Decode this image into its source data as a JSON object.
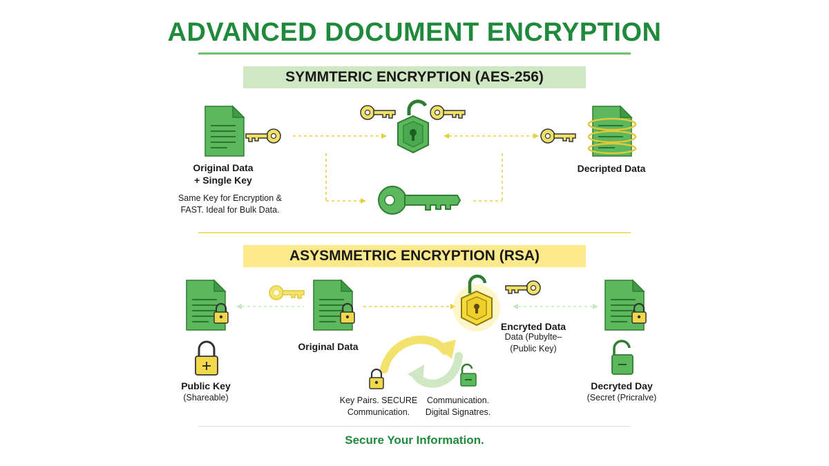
{
  "title": "ADVANCED DOCUMENT ENCRYPTION",
  "symmetric": {
    "banner": "SYMMTERIC ENCRYPTION (AES-256)",
    "original_label_line1": "Original Data",
    "original_label_line2": "+ Single Key",
    "note_line1": "Same Key for Encryption &",
    "note_line2": "FAST. Ideal for Bulk Data.",
    "decrypted_label": "Decripted Data"
  },
  "asymmetric": {
    "banner": "ASYSMMETRIC ENCRYPTION (RSA)",
    "public_key_label": "Public Key",
    "public_key_sub": "(Shareable)",
    "original_label": "Original Data",
    "encrypted_label": "Encryted Data",
    "encrypted_sub_line1": "Data (Pubylte–",
    "encrypted_sub_line2": "(Public Key)",
    "decrypted_label": "Decryted Day",
    "decrypted_sub": "(Secret (Pricralve)",
    "cycle_left_line1": "Key Pairs. SECURE",
    "cycle_left_line2": "Communication.",
    "cycle_right_line1": "Communication.",
    "cycle_right_line2": "Digital Signatres."
  },
  "footer": "Secure Your Information.",
  "colors": {
    "brand_green": "#1f8a3c",
    "doc_green": "#5cb85c",
    "key_yellow": "#f0e068",
    "banner_green": "#cfe8c3",
    "banner_yellow": "#fbe98a"
  }
}
